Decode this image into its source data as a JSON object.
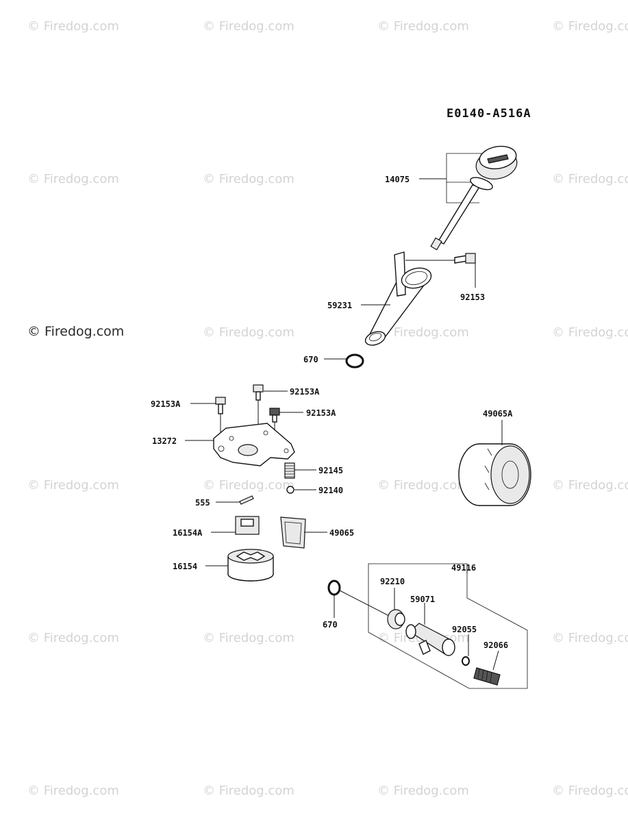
{
  "watermark": "© Firedog.com",
  "diagram_code": "E0140-A516A",
  "labels": {
    "p14075": "14075",
    "p92153": "92153",
    "p59231": "59231",
    "p670_top": "670",
    "p92153a_1": "92153A",
    "p92153a_2": "92153A",
    "p92153a_3": "92153A",
    "p13272": "13272",
    "p49065a": "49065A",
    "p92145": "92145",
    "p92140": "92140",
    "p555": "555",
    "p16154a": "16154A",
    "p49065": "49065",
    "p16154": "16154",
    "p49116": "49116",
    "p92210": "92210",
    "p59071": "59071",
    "p670_bottom": "670",
    "p92055": "92055",
    "p92066": "92066"
  }
}
